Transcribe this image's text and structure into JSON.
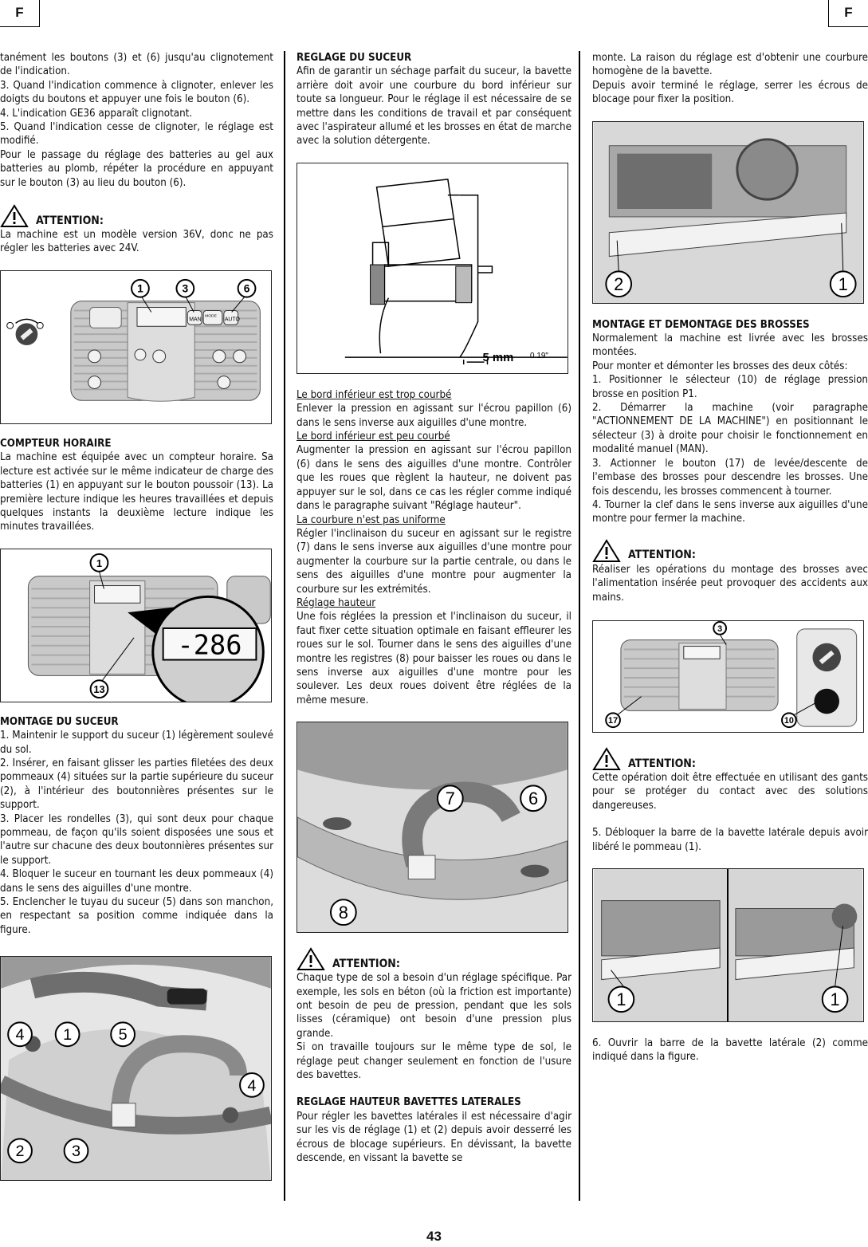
{
  "header": {
    "left_tag": "F",
    "right_tag": "F"
  },
  "page_number": "43",
  "col1": {
    "p1": "tanément les boutons (3) et (6) jusqu'au clignotement de l'indication.",
    "p2": "3. Quand l'indication commence à clignoter, enlever les doigts du boutons et appuyer une fois le bouton (6).",
    "p3": "4. L'indication GE36 apparaît clignotant.",
    "p4": "5. Quand l'indication cesse de clignoter, le réglage est modifié.",
    "p5": "Pour le passage du réglage des batteries au gel aux batteries au plomb, répéter la procédure en appuyant sur le bouton (3) au lieu du bouton (6).",
    "attention1_title": "ATTENTION:",
    "attention1_text": "La machine est un modèle version 36V, donc ne pas régler les batteries avec 24V.",
    "fig1_labels": [
      "1",
      "3",
      "6"
    ],
    "heading_compteur": "COMPTEUR HORAIRE",
    "compteur_text": "La machine est équipée avec un compteur horaire. Sa lecture est activée sur le même indicateur de charge des batteries (1) en appuyant sur le bouton poussoir (13). La première lecture indique les heures travaillées et depuis quelques instants la deuxième lecture indique les minutes travaillées.",
    "fig2_labels": [
      "1",
      "13"
    ],
    "fig2_display": "-286",
    "heading_montage_suceur": "MONTAGE DU SUCEUR",
    "ms1": "1. Maintenir le support du suceur (1) légèrement soulevé du sol.",
    "ms2": "2. Insérer, en faisant glisser les parties filetées des deux pommeaux (4) situées sur la partie supérieure du suceur (2), à l'intérieur des boutonnières présentes sur le support.",
    "ms3": "3. Placer les rondelles (3), qui sont deux pour chaque pommeau, de façon qu'ils soient disposées une sous et l'autre sur chacune des deux boutonnières présentes sur le support.",
    "ms4": "4. Bloquer le suceur en tournant les deux pommeaux (4) dans le sens des aiguilles d'une montre.",
    "ms5": "5. Enclencher le tuyau du suceur (5) dans son manchon, en respectant sa position comme indiquée dans la figure.",
    "fig3_labels": [
      "4",
      "1",
      "5",
      "4",
      "2",
      "3"
    ]
  },
  "col2": {
    "heading_reglage": "REGLAGE DU SUCEUR",
    "reglage_text": "Afin de garantir un séchage parfait du suceur, la bavette arrière doit avoir une courbure du bord inférieur sur toute sa longueur. Pour le réglage il est nécessaire de se mettre dans les conditions de travail et par conséquent avec l'aspirateur allumé et les brosses en état de marche avec la solution détergente.",
    "fig4_mm": "5 mm",
    "fig4_inch": "0.19\"",
    "u1": "Le bord inférieur est trop courbé",
    "t1": "Enlever la pression en agissant sur l'écrou papillon (6) dans le sens inverse aux aiguilles d'une montre.",
    "u2": "Le bord inférieur est peu courbé",
    "t2": "Augmenter la pression en agissant sur l'écrou papillon (6) dans le sens des aiguilles d'une montre. Contrôler que les roues que règlent la hauteur, ne doivent pas appuyer sur le sol, dans ce cas les régler comme indiqué dans le paragraphe suivant \"Réglage hauteur\".",
    "u3": "La courbure n'est pas uniforme",
    "t3": "Régler l'inclinaison du suceur en agissant sur le registre (7) dans le sens inverse aux aiguilles d'une montre pour augmenter la courbure sur la partie centrale, ou dans le sens des aiguilles d'une montre pour augmenter la courbure sur les extrémités.",
    "u4": "Réglage hauteur",
    "t4": "Une fois réglées la pression et l'inclinaison du suceur, il faut fixer cette situation optimale en faisant effleurer les roues sur le sol. Tourner dans le sens des aiguilles d'une montre les registres (8) pour baisser les roues ou dans le sens inverse aux aiguilles d'une montre pour les soulever. Les deux roues doivent être réglées de la même mesure.",
    "fig5_labels": [
      "7",
      "6",
      "8"
    ],
    "attention2_title": "ATTENTION:",
    "attention2_text": "Chaque type de sol a besoin d'un réglage spécifique. Par exemple, les sols en béton (où la friction est importante) ont besoin de peu de pression, pendant que les sols lisses (céramique) ont besoin d'une pression plus grande.",
    "attention2_text2": "Si on travaille toujours sur le même type de sol, le réglage peut changer seulement en fonction de l'usure des bavettes.",
    "heading_bavettes": "REGLAGE HAUTEUR BAVETTES LATERALES",
    "bavettes_text": "Pour régler les bavettes latérales il est nécessaire d'agir sur les vis de réglage (1) et (2) depuis avoir desserré les écrous de blocage supérieurs. En dévissant, la bavette descende, en vissant la bavette se"
  },
  "col3": {
    "p1": "monte. La raison du réglage est d'obtenir une courbure homogène de la bavette.",
    "p2": "Depuis avoir terminé le réglage, serrer les écrous de blocage pour fixer la position.",
    "fig6_labels": [
      "2",
      "1"
    ],
    "heading_brosses": "MONTAGE ET DEMONTAGE DES BROSSES",
    "b1": "Normalement la machine est livrée avec les brosses montées.",
    "b2": "Pour monter et démonter les brosses des deux côtés:",
    "b3": "1. Positionner le sélecteur (10) de réglage pression brosse en position P1.",
    "b4": "2. Démarrer la machine (voir paragraphe \"ACTIONNEMENT DE LA MACHINE\") en positionnant le sélecteur (3) à droite pour choisir le fonctionnement en modalité manuel (MAN).",
    "b5": "3. Actionner le bouton (17) de levée/descente de l'embase des brosses pour descendre les brosses. Une fois descendu, les brosses commencent à tourner.",
    "b6": "4. Tourner la clef dans le sens inverse aux aiguilles d'une montre pour fermer la machine.",
    "attention3_title": "ATTENTION:",
    "attention3_text": "Réaliser les opérations du montage des brosses avec l'alimentation insérée peut provoquer des accidents aux mains.",
    "fig7_labels": [
      "3",
      "17",
      "10"
    ],
    "attention4_title": "ATTENTION:",
    "attention4_text": "Cette opération doit être effectuée en utilisant des gants pour se protéger du contact avec des solutions dangereuses.",
    "b7": "5. Débloquer la barre de la bavette latérale depuis avoir libéré le pommeau (1).",
    "fig8_labels": [
      "1",
      "1"
    ],
    "b8": "6. Ouvrir la barre de la bavette latérale (2) comme indiqué dans la figure."
  },
  "panel_labels": {
    "man": "MAN",
    "auto": "AUTO",
    "mode": "MODE"
  }
}
